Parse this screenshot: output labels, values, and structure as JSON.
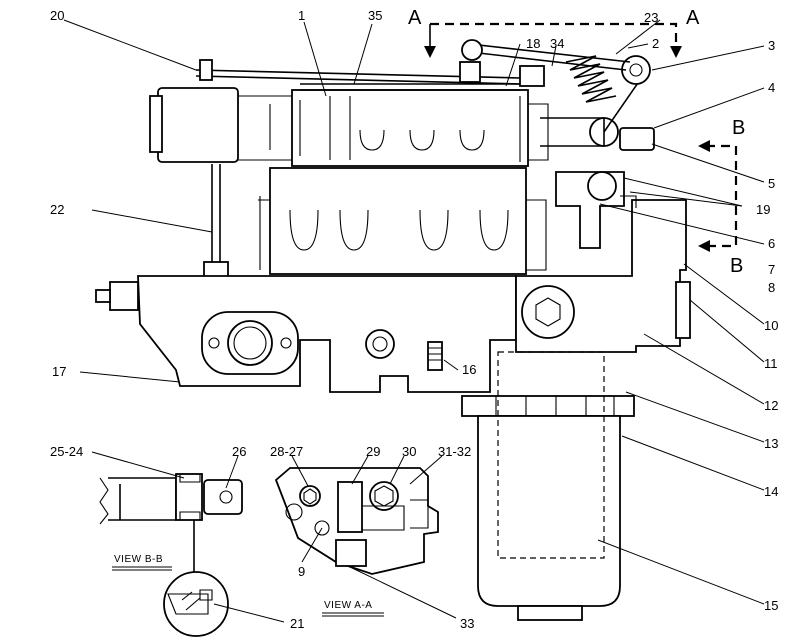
{
  "callouts": {
    "c1": "1",
    "c2": "2",
    "c3": "3",
    "c4": "4",
    "c5": "5",
    "c6": "6",
    "c7": "7",
    "c8": "8",
    "c9": "9",
    "c10": "10",
    "c11": "11",
    "c12": "12",
    "c13": "13",
    "c14": "14",
    "c15": "15",
    "c16": "16",
    "c17": "17",
    "c18": "18",
    "c19": "19",
    "c20": "20",
    "c21": "21",
    "c22": "22",
    "c23": "23",
    "c26": "26",
    "c29": "29",
    "c30": "30",
    "c33": "33",
    "c34": "34",
    "c35": "35",
    "c24_25": "25-24",
    "c27_28": "28-27",
    "c31_32": "31-32"
  },
  "section_marks": {
    "a_left": "A",
    "a_right": "A",
    "b_top": "B",
    "b_bottom": "B"
  },
  "views": {
    "view_b": "VIEW B-B",
    "view_a": "VIEW A-A"
  }
}
